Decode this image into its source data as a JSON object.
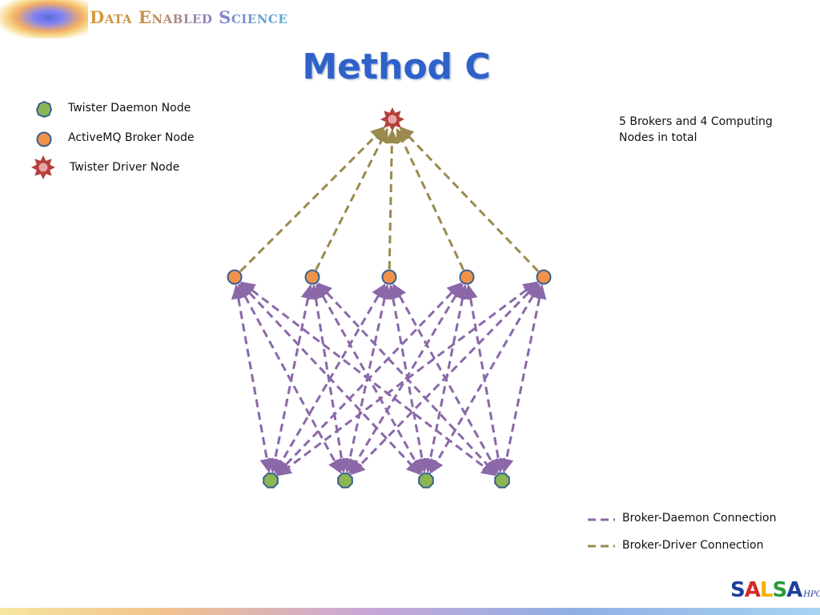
{
  "header": {
    "brand": "Data Enabled Science"
  },
  "title": "Method C",
  "legend": {
    "daemon": "Twister Daemon Node",
    "broker": "ActiveMQ Broker Node",
    "driver": "Twister Driver Node"
  },
  "note": "5 Brokers and 4 Computing Nodes in total",
  "connection_legend": {
    "broker_daemon": "Broker-Daemon Connection",
    "broker_driver": "Broker-Driver Connection"
  },
  "colors": {
    "daemon_fill": "#8bb653",
    "broker_fill": "#f0934a",
    "node_stroke": "#3a5f8f",
    "driver_fill": "#b5403a",
    "driver_inner": "#e7a7a7",
    "broker_daemon_line": "#8b68a8",
    "broker_driver_line": "#9a8a4e",
    "title": "#2f62c8"
  },
  "footer": {
    "logo": "SALSA",
    "logo_sub": "HPC"
  }
}
